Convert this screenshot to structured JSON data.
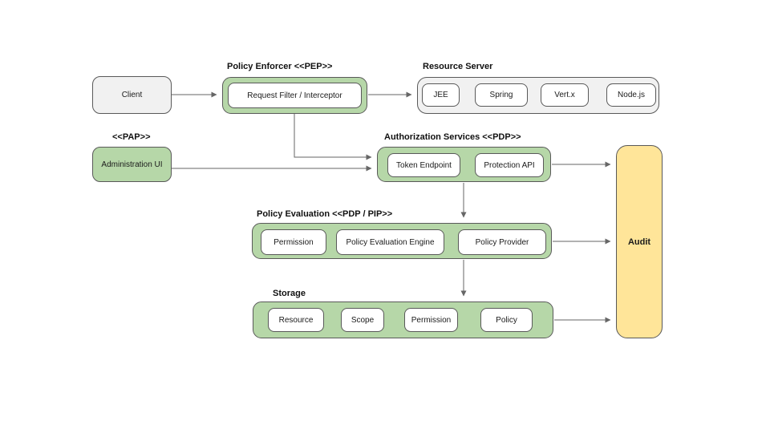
{
  "colors": {
    "green_fill": "#b6d7a8",
    "gray_fill": "#f1f1f1",
    "yellow_fill": "#ffe599",
    "border": "#595959",
    "arrow": "#666666"
  },
  "nodes": {
    "client": {
      "label": "Client"
    },
    "policy_enforcer": {
      "title": "Policy Enforcer <<PEP>>",
      "item": "Request Filter / Interceptor"
    },
    "resource_server": {
      "title": "Resource Server",
      "items": [
        "JEE",
        "Spring",
        "Vert.x",
        "Node.js"
      ]
    },
    "pap": {
      "title": "<<PAP>>",
      "label": "Administration UI"
    },
    "authorization_services": {
      "title": "Authorization Services <<PDP>>",
      "items": [
        "Token Endpoint",
        "Protection API"
      ]
    },
    "policy_evaluation": {
      "title": "Policy Evaluation <<PDP / PIP>>",
      "items": [
        "Permission",
        "Policy Evaluation Engine",
        "Policy Provider"
      ]
    },
    "storage": {
      "title": "Storage",
      "items": [
        "Resource",
        "Scope",
        "Permission",
        "Policy"
      ]
    },
    "audit": {
      "label": "Audit"
    }
  }
}
